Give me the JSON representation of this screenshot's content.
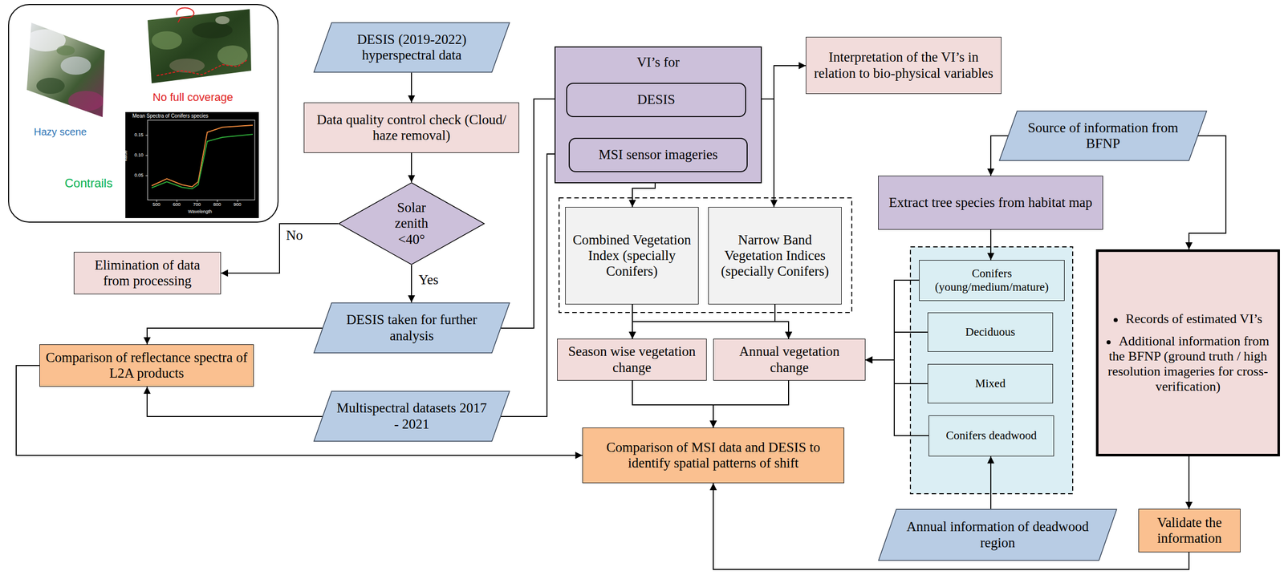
{
  "diagram": {
    "nodes": [
      {
        "text": [
          "Hazy scene",
          "No full coverage",
          "Contrails"
        ]
      },
      {
        "text": [
          "DESIS (2019-2022) hyperspectral data"
        ]
      },
      {
        "text": [
          "Data quality control check (Cloud/ haze removal)"
        ]
      },
      {
        "text": [
          "Solar zenith <40°"
        ]
      },
      {
        "text": [
          "Elimination of data from processing"
        ]
      },
      {
        "text": [
          "DESIS taken for further analysis"
        ]
      },
      {
        "text": [
          "Comparison of reflectance spectra of L2A products"
        ]
      },
      {
        "text": [
          "Multispectral datasets 2017 - 2021"
        ]
      },
      {
        "text": [
          "VI’s for"
        ]
      },
      {
        "text": [
          "DESIS"
        ],
        "in": 8
      },
      {
        "text": [
          "MSI sensor imageries"
        ],
        "in": 8
      },
      {
        "text": [
          "Interpretation of the VI’s in relation to bio-physical variables"
        ]
      },
      {
        "text": [
          "Combined Vegetation Index (specially Conifers)"
        ]
      },
      {
        "text": [
          "Narrow Band Vegetation Indices (specially Conifers)"
        ]
      },
      {
        "text": [
          "Season wise vegetation change"
        ]
      },
      {
        "text": [
          "Annual vegetation change"
        ]
      },
      {
        "text": [
          "Comparison of MSI data and DESIS to identify spatial patterns of shift"
        ]
      },
      {
        "text": [
          "Source of information from BFNP"
        ]
      },
      {
        "text": [
          "Extract tree species from habitat map"
        ]
      },
      {
        "text": [
          "Conifers (young/medium/mature)"
        ]
      },
      {
        "text": [
          "Deciduous"
        ]
      },
      {
        "text": [
          "Mixed"
        ]
      },
      {
        "text": [
          "Conifers deadwood"
        ]
      },
      {
        "text": [
          "Annual information of deadwood region"
        ]
      },
      {
        "text": [
          "Records of estimated VI’s",
          "Additional information from the BFNP (ground truth / high resolution imageries for cross-verification)"
        ]
      },
      {
        "text": [
          "Validate the information"
        ]
      }
    ],
    "edges": [
      {
        "from": 1,
        "to": 2,
        "arrow": "to"
      },
      {
        "from": 2,
        "to": 3,
        "arrow": "to"
      },
      {
        "from": 3,
        "to": 4,
        "label": "No",
        "arrow": "to"
      },
      {
        "from": 3,
        "to": 5,
        "label": "Yes",
        "arrow": "to"
      },
      {
        "from": 5,
        "to": 6,
        "arrow": "to"
      },
      {
        "from": 7,
        "to": 6,
        "arrow": "to"
      },
      {
        "from": 5,
        "to": 9,
        "arrow": "none"
      },
      {
        "from": 7,
        "to": 10,
        "arrow": "none"
      },
      {
        "from": 6,
        "to": 16,
        "arrow": "to"
      },
      {
        "from": 9,
        "to": 11,
        "arrow": "to"
      },
      {
        "from": 9,
        "to": 13,
        "arrow": "to"
      },
      {
        "from": 10,
        "to": 12,
        "arrow": "to"
      },
      {
        "from": 12,
        "to": 14,
        "arrow": "to"
      },
      {
        "from": 12,
        "to": 15,
        "arrow": "to"
      },
      {
        "from": 13,
        "to": 14,
        "arrow": "to"
      },
      {
        "from": 13,
        "to": 15,
        "arrow": "to"
      },
      {
        "from": 14,
        "to": 16,
        "arrow": "to"
      },
      {
        "from": 15,
        "to": 16,
        "arrow": "to"
      },
      {
        "from": 19,
        "to": 15,
        "arrow": "to"
      },
      {
        "from": 20,
        "to": 15,
        "arrow": "to"
      },
      {
        "from": 21,
        "to": 15,
        "arrow": "to"
      },
      {
        "from": 22,
        "to": 15,
        "arrow": "to"
      },
      {
        "from": 17,
        "to": 18,
        "arrow": "to"
      },
      {
        "from": 17,
        "to": 24,
        "arrow": "to"
      },
      {
        "from": 18,
        "to": 19,
        "arrow": "to"
      },
      {
        "from": 23,
        "to": 22,
        "arrow": "to"
      },
      {
        "from": 24,
        "to": 25,
        "arrow": "to"
      },
      {
        "from": 25,
        "to": 16,
        "arrow": "to"
      }
    ],
    "labels": [
      "Mean Spectra of Conifers species",
      "0.15",
      "0.10",
      "0.05",
      "Value",
      "500",
      "600",
      "700",
      "800",
      "900",
      "Wavelength"
    ]
  }
}
